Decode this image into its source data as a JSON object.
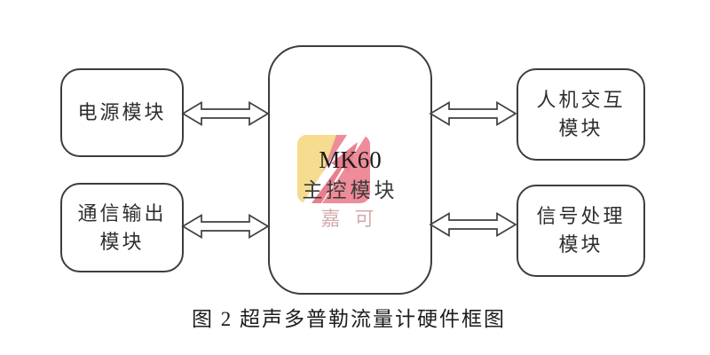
{
  "diagram": {
    "caption": "图 2 超声多普勒流量计硬件框图",
    "blocks": {
      "power": {
        "label": "电源模块"
      },
      "comm": {
        "line1": "通信输出",
        "line2": "模块"
      },
      "main": {
        "line1": "MK60",
        "line2": "主控模块"
      },
      "hmi": {
        "line1": "人机交互",
        "line2": "模块"
      },
      "signal": {
        "line1": "信号处理",
        "line2": "模块"
      }
    },
    "watermark": {
      "text": "嘉可",
      "yellow": "#f6dc8e",
      "pink": "#ee8c99",
      "pink_dark": "#e87f8f",
      "text_color": "#d5abac"
    },
    "colors": {
      "stroke": "#3d3d3d",
      "arrow_stroke": "#3f3f3f",
      "arrow_fill": "#ffffff",
      "background": "#ffffff"
    }
  }
}
